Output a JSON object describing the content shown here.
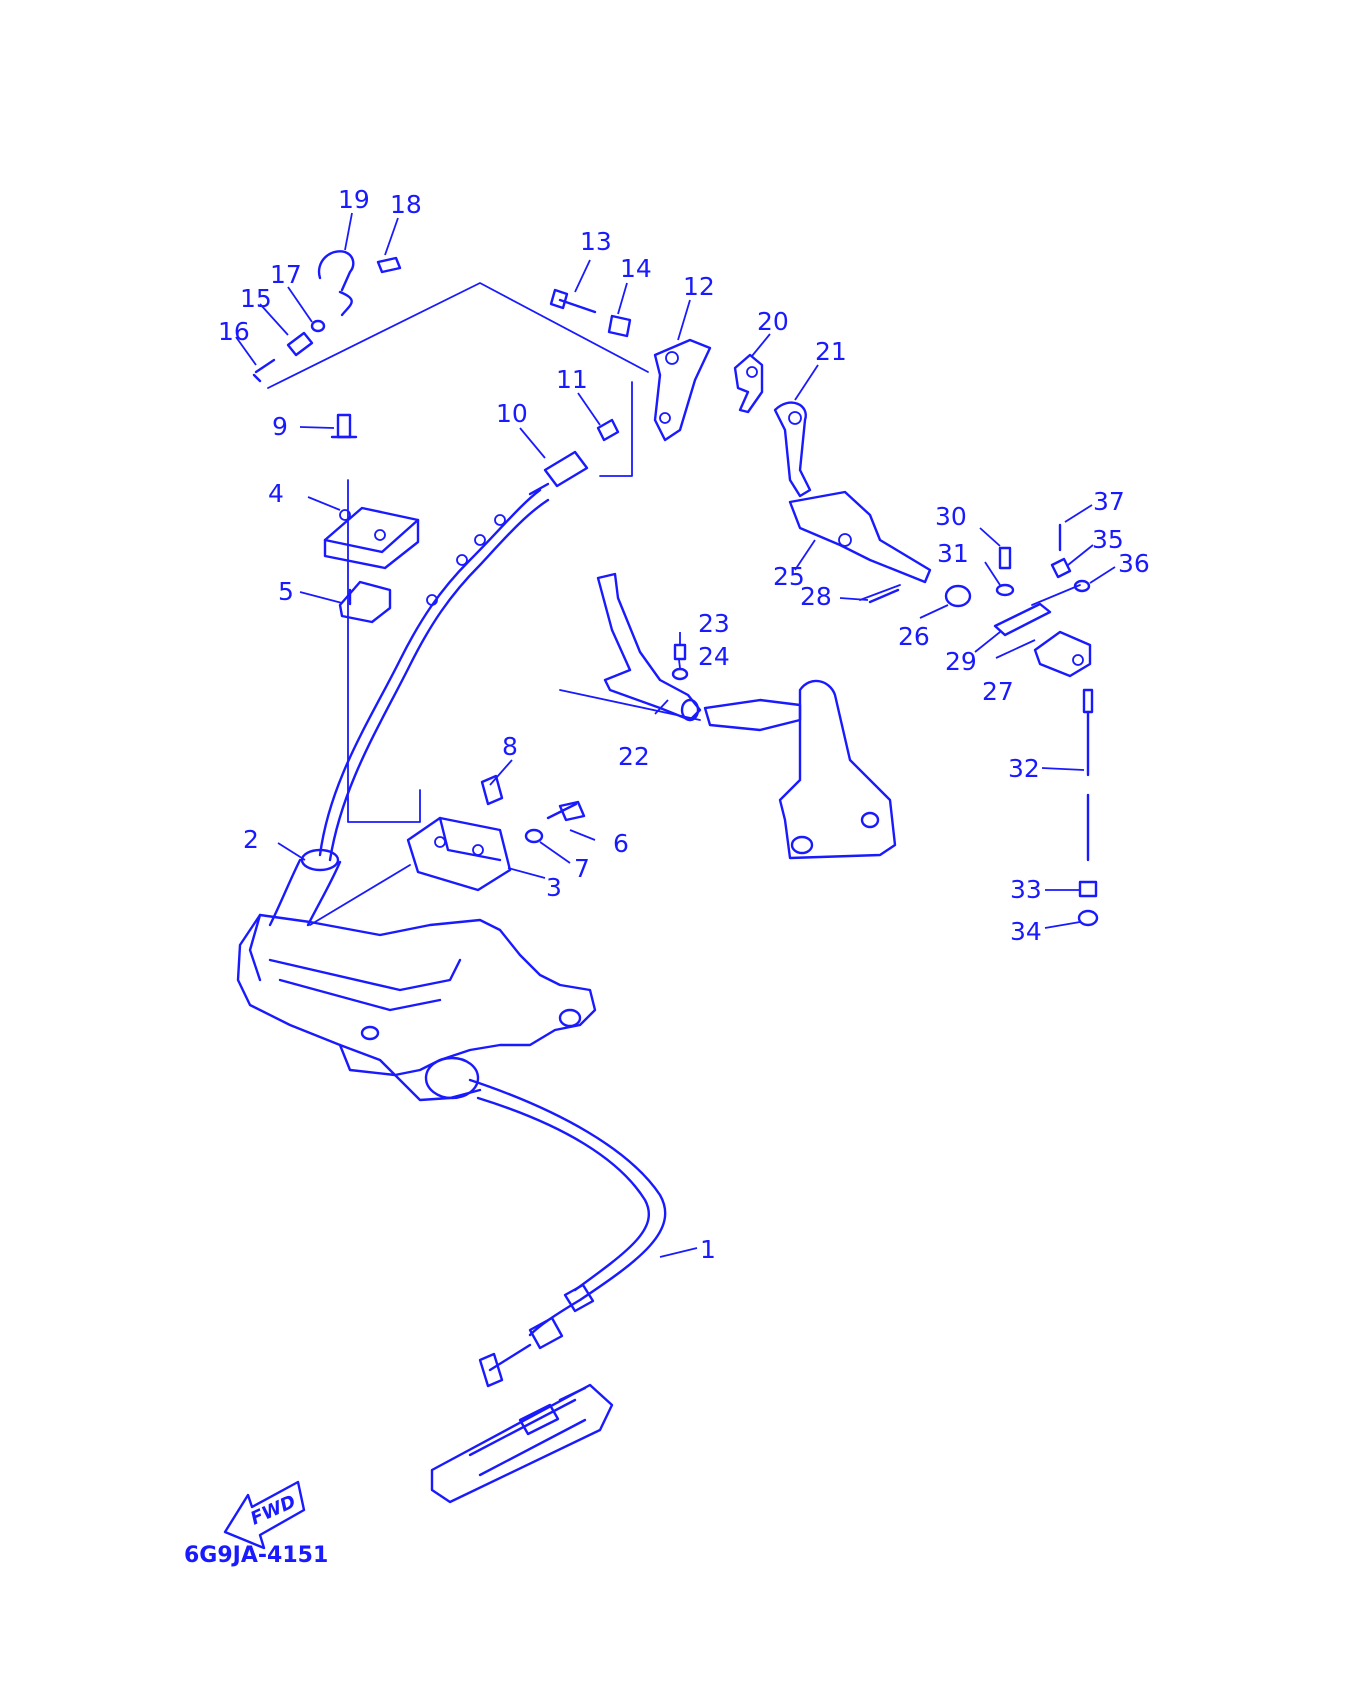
{
  "diagram_code": "6G9JA-4151",
  "fwd_label": "FWD",
  "colors": {
    "ink": "#1a1aff",
    "background": "#ffffff"
  },
  "parts": [
    {
      "id": "p1",
      "label": "1"
    },
    {
      "id": "p2",
      "label": "2"
    },
    {
      "id": "p3",
      "label": "3"
    },
    {
      "id": "p4",
      "label": "4"
    },
    {
      "id": "p5",
      "label": "5"
    },
    {
      "id": "p6",
      "label": "6"
    },
    {
      "id": "p7",
      "label": "7"
    },
    {
      "id": "p8",
      "label": "8"
    },
    {
      "id": "p9",
      "label": "9"
    },
    {
      "id": "p10",
      "label": "10"
    },
    {
      "id": "p11",
      "label": "11"
    },
    {
      "id": "p12",
      "label": "12"
    },
    {
      "id": "p13",
      "label": "13"
    },
    {
      "id": "p14",
      "label": "14"
    },
    {
      "id": "p15",
      "label": "15"
    },
    {
      "id": "p16",
      "label": "16"
    },
    {
      "id": "p17",
      "label": "17"
    },
    {
      "id": "p18",
      "label": "18"
    },
    {
      "id": "p19",
      "label": "19"
    },
    {
      "id": "p20",
      "label": "20"
    },
    {
      "id": "p21",
      "label": "21"
    },
    {
      "id": "p22",
      "label": "22"
    },
    {
      "id": "p23",
      "label": "23"
    },
    {
      "id": "p24",
      "label": "24"
    },
    {
      "id": "p25",
      "label": "25"
    },
    {
      "id": "p26",
      "label": "26"
    },
    {
      "id": "p27",
      "label": "27"
    },
    {
      "id": "p28",
      "label": "28"
    },
    {
      "id": "p29",
      "label": "29"
    },
    {
      "id": "p30",
      "label": "30"
    },
    {
      "id": "p31",
      "label": "31"
    },
    {
      "id": "p32",
      "label": "32"
    },
    {
      "id": "p33",
      "label": "33"
    },
    {
      "id": "p34",
      "label": "34"
    },
    {
      "id": "p35",
      "label": "35"
    },
    {
      "id": "p36",
      "label": "36"
    },
    {
      "id": "p37",
      "label": "37"
    }
  ]
}
